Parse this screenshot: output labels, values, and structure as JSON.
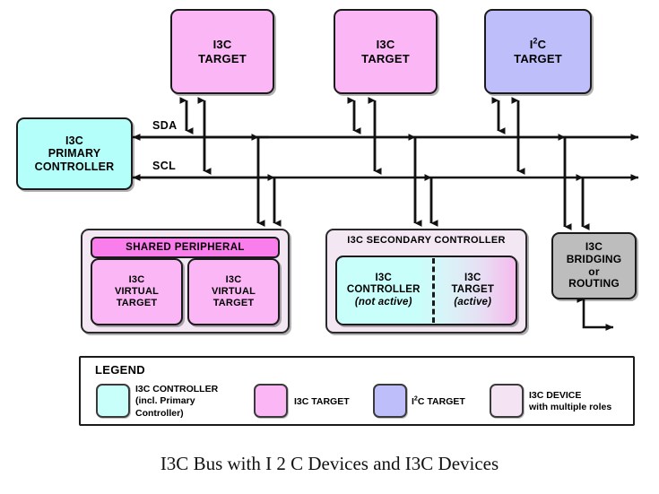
{
  "diagram": {
    "caption": "I3C Bus with I 2 C Devices and I3C Devices",
    "bus": {
      "sda_label": "SDA",
      "scl_label": "SCL"
    },
    "primary_controller": {
      "line1": "I3C",
      "line2": "PRIMARY",
      "line3": "CONTROLLER",
      "color": "#B5FFFA"
    },
    "targets": [
      {
        "line1": "I3C",
        "line2": "TARGET",
        "color": "#FBB6F5"
      },
      {
        "line1": "I3C",
        "line2": "TARGET",
        "color": "#FBB6F5"
      },
      {
        "line1": "I²C",
        "line2": "TARGET",
        "color": "#BEBEFA"
      }
    ],
    "shared_peripheral": {
      "container_color": "#F3E7F3",
      "header_label": "SHARED PERIPHERAL",
      "header_color": "#F97DEB",
      "virtual_targets": [
        {
          "line1": "I3C",
          "line2": "VIRTUAL",
          "line3": "TARGET",
          "color": "#FBB6F5"
        },
        {
          "line1": "I3C",
          "line2": "VIRTUAL",
          "line3": "TARGET",
          "color": "#FBB6F5"
        }
      ]
    },
    "secondary_controller": {
      "container_color": "#F3E7F3",
      "title": "I3C SECONDARY CONTROLLER",
      "controller_side": {
        "line1": "I3C",
        "line2": "CONTROLLER",
        "state": "(not active)",
        "color": "#C8FFFB"
      },
      "target_side": {
        "line1": "I3C",
        "line2": "TARGET",
        "state": "(active)",
        "color": "#F6B9EE"
      }
    },
    "bridge": {
      "line1": "I3C",
      "line2": "BRIDGING",
      "line3": "or",
      "line4": "ROUTING",
      "color": "#BDBDBD"
    },
    "legend": {
      "title": "LEGEND",
      "items": [
        {
          "swatch_color": "#C8FFFB",
          "label": "I3C CONTROLLER",
          "sub1": "(incl. Primary",
          "sub2": "Controller)"
        },
        {
          "swatch_color": "#FBB6F5",
          "label": "I3C TARGET",
          "sub1": "",
          "sub2": ""
        },
        {
          "swatch_color": "#BEBEFA",
          "label": "I²C TARGET",
          "sub1": "",
          "sub2": ""
        },
        {
          "swatch_color": "#F3E3F3",
          "label": "I3C DEVICE",
          "sub1": "with multiple roles",
          "sub2": ""
        }
      ]
    }
  }
}
